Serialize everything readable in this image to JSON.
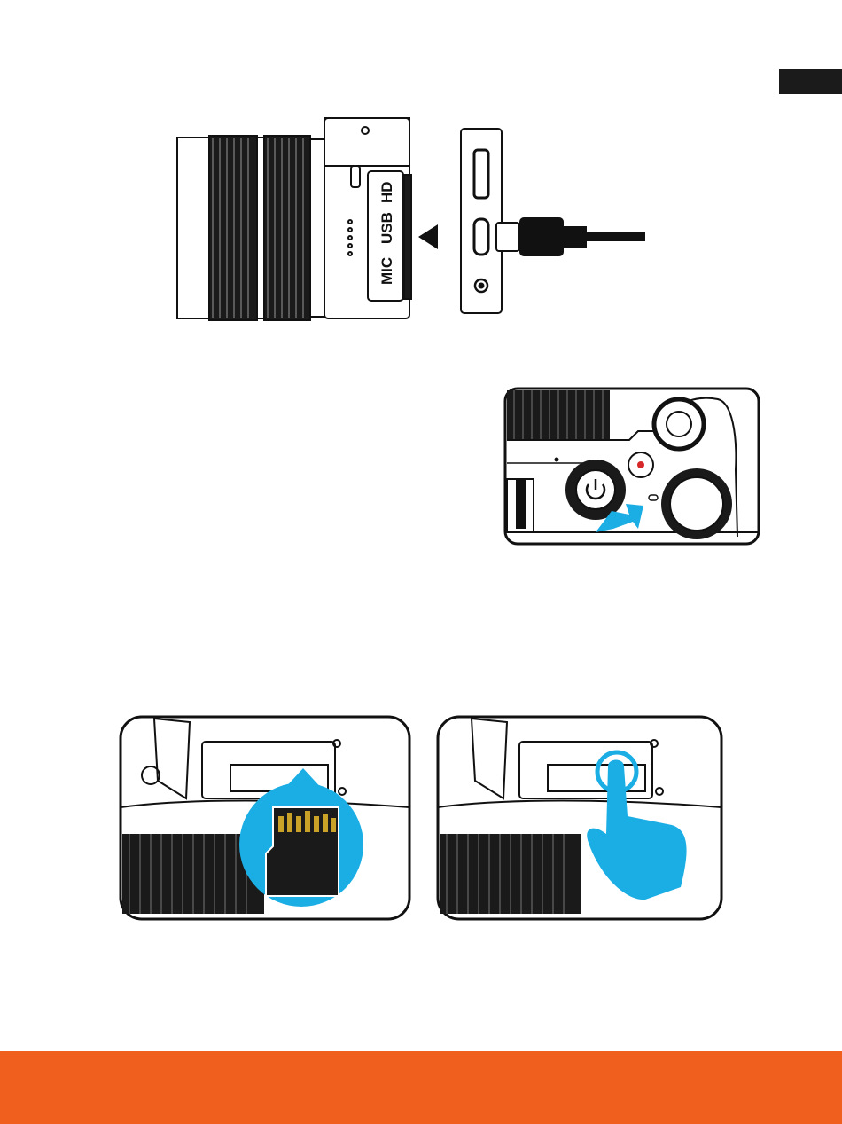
{
  "page": {
    "background": "#ffffff",
    "accent_color": "#f15f1f",
    "highlight_color": "#1aaee5"
  },
  "illustrations": {
    "camera_ports": {
      "port_labels": {
        "mic": "MIC",
        "usb": "USB",
        "hd": "HD"
      },
      "icons": [
        "camera-lens-icon",
        "arrow-left-icon",
        "hdmi-port-icon",
        "usb-c-port-icon",
        "mic-jack-icon",
        "usb-c-cable-icon"
      ]
    },
    "power_button": {
      "icons": [
        "power-icon",
        "record-button-icon",
        "mode-dial-icon",
        "push-arrow-icon"
      ]
    },
    "sd_card_insert": {
      "icons": [
        "microsd-card-icon",
        "insert-arrow-up-icon"
      ]
    },
    "sd_card_push": {
      "icons": [
        "finger-press-icon"
      ]
    }
  }
}
